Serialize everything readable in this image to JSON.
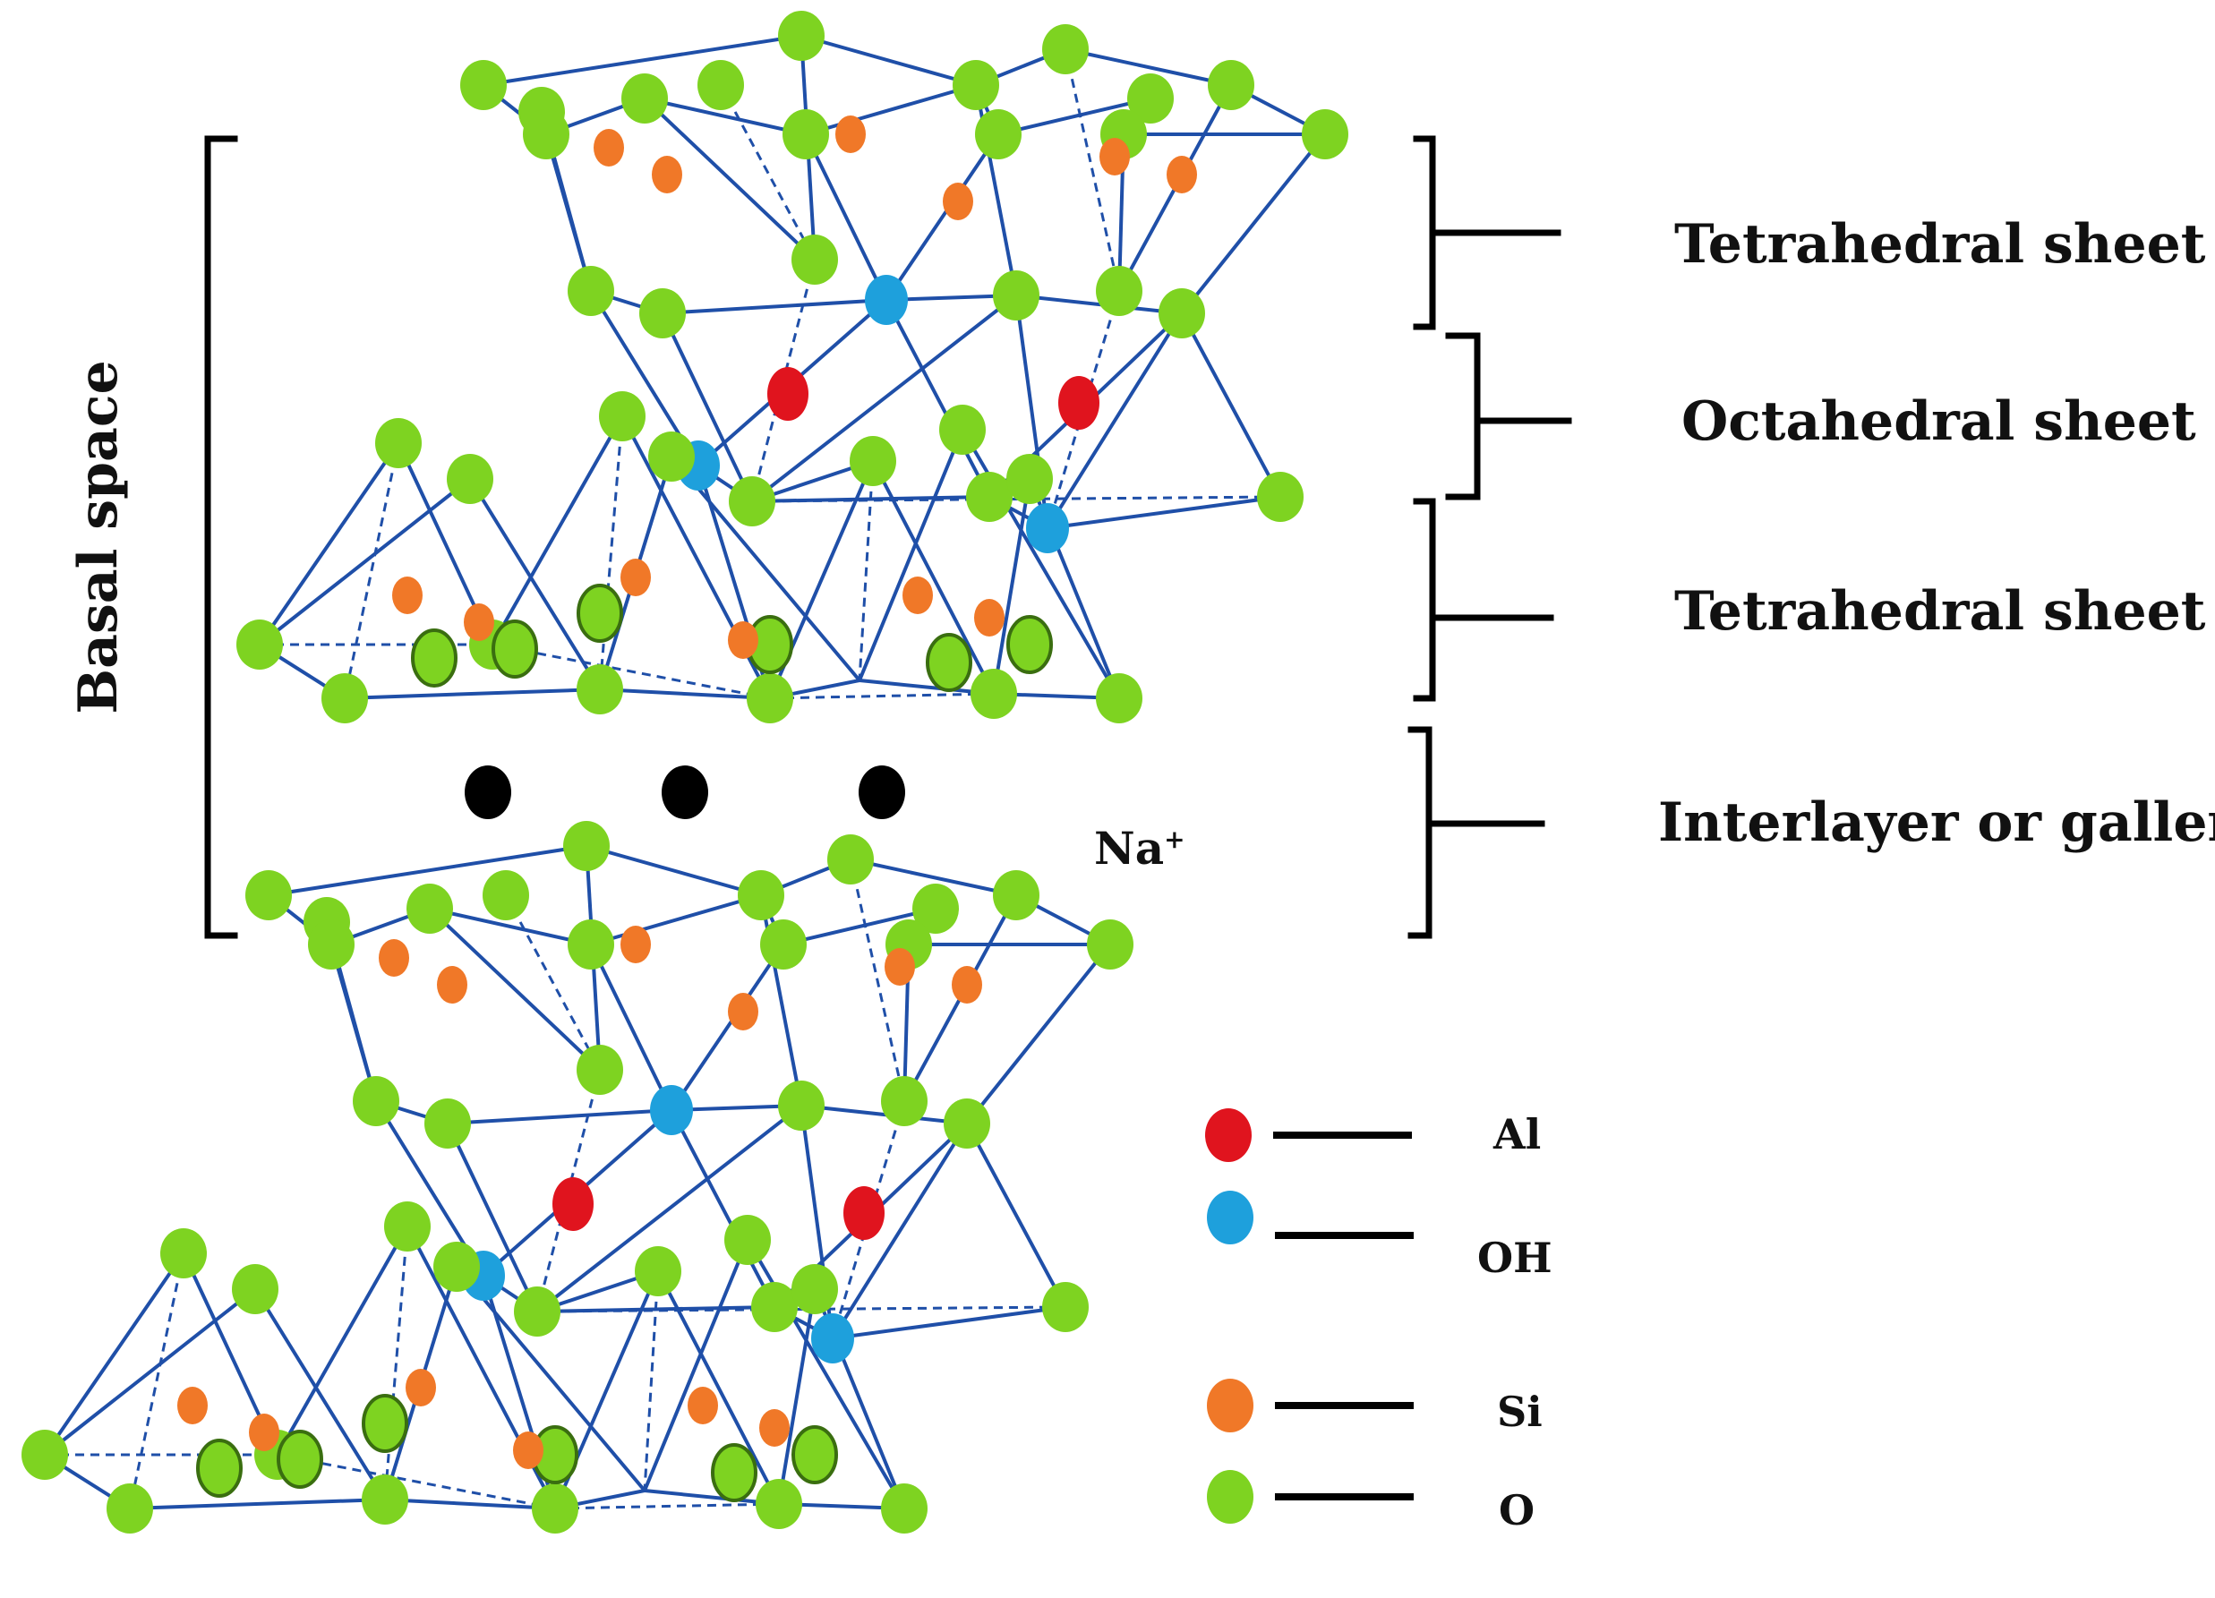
{
  "labels": {
    "basal_space": "Basal space",
    "sheets": [
      "Tetrahedral sheet",
      "Octahedral sheet",
      "Tetrahedral sheet",
      "Interlayer or gallery"
    ],
    "ion": "Na",
    "ion_charge": "+"
  },
  "legend": [
    {
      "label": "Al",
      "color": "#e0141e"
    },
    {
      "label": "OH",
      "color": "#1ea0dc"
    },
    {
      "label": "Si",
      "color": "#f07828"
    },
    {
      "label": "O",
      "color": "#7ed321"
    }
  ],
  "colors": {
    "oxygen": "#7ed321",
    "silicon": "#f07828",
    "aluminum": "#e0141e",
    "hydroxyl": "#1ea0dc",
    "sodium": "#000000",
    "bond": "#1f4fa8",
    "bracket": "#000000"
  }
}
